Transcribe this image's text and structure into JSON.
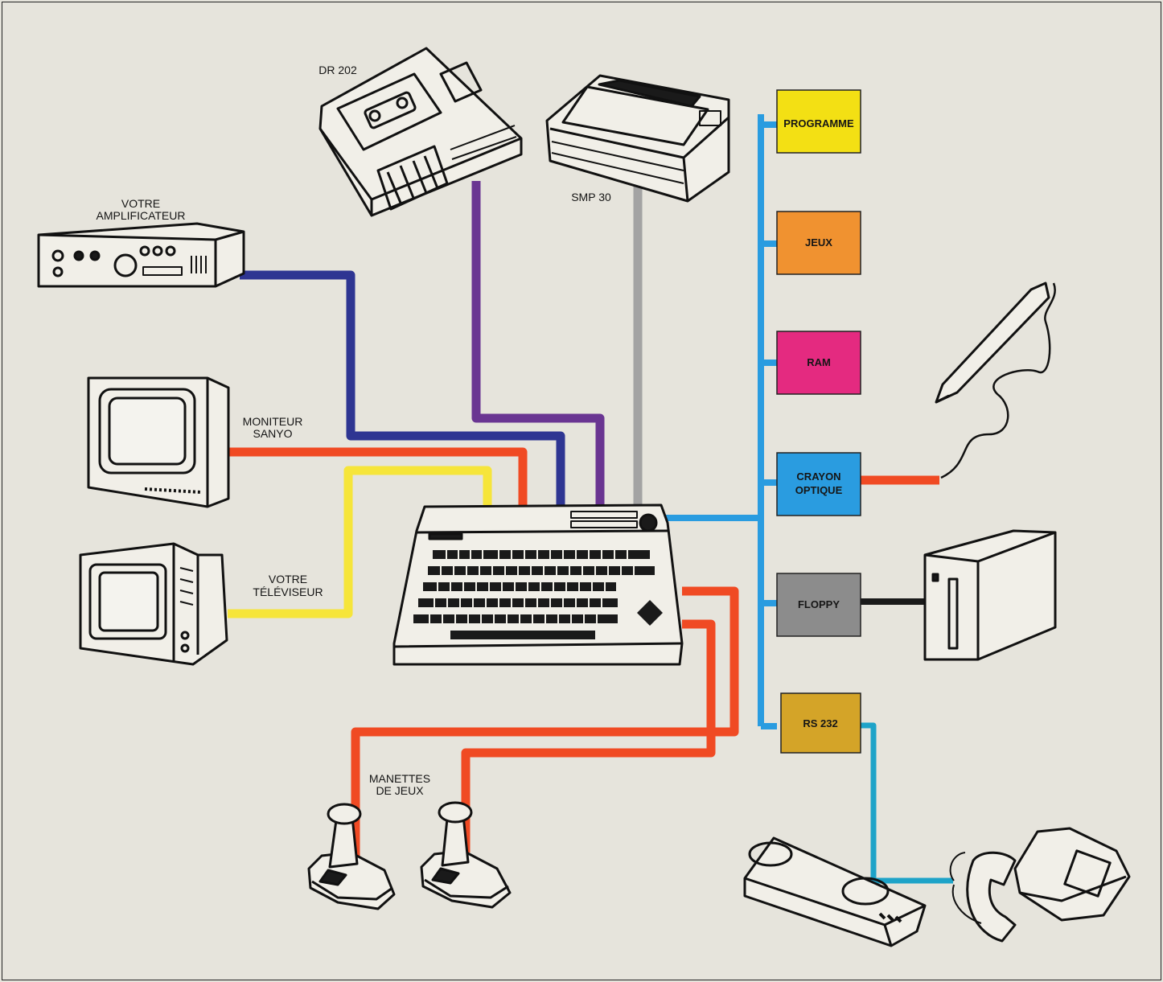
{
  "labels": {
    "dr202": "DR 202",
    "smp30": "SMP 30",
    "amp_line1": "VOTRE",
    "amp_line2": "AMPLIFICATEUR",
    "monitor_line1": "MONITEUR",
    "monitor_line2": "SANYO",
    "tv_line1": "VOTRE",
    "tv_line2": "TÉLÉVISEUR",
    "joy_line1": "MANETTES",
    "joy_line2": "DE JEUX"
  },
  "modules": [
    {
      "line1": "PROGRAMME",
      "line2": "",
      "color": "#f3e014"
    },
    {
      "line1": "JEUX",
      "line2": "",
      "color": "#f09230"
    },
    {
      "line1": "RAM",
      "line2": "",
      "color": "#e42a80"
    },
    {
      "line1": "CRAYON",
      "line2": "OPTIQUE",
      "color": "#2a9ce0"
    },
    {
      "line1": "FLOPPY",
      "line2": "",
      "color": "#8c8c8c"
    },
    {
      "line1": "RS 232",
      "line2": "",
      "color": "#d4a428"
    }
  ],
  "colors": {
    "background": "#e6e4dc",
    "cable_amplifier": "#2e3592",
    "cable_cassette": "#6a3592",
    "cable_printer": "#a3a3a3",
    "cable_monitor": "#f04a23",
    "cable_tv": "#f6e53a",
    "cable_joystick": "#f04a23",
    "bus": "#2a9ce0",
    "cable_pen": "#f04a23",
    "cable_floppy": "#1a1a1a",
    "cable_modem": "#1ea3c8"
  }
}
